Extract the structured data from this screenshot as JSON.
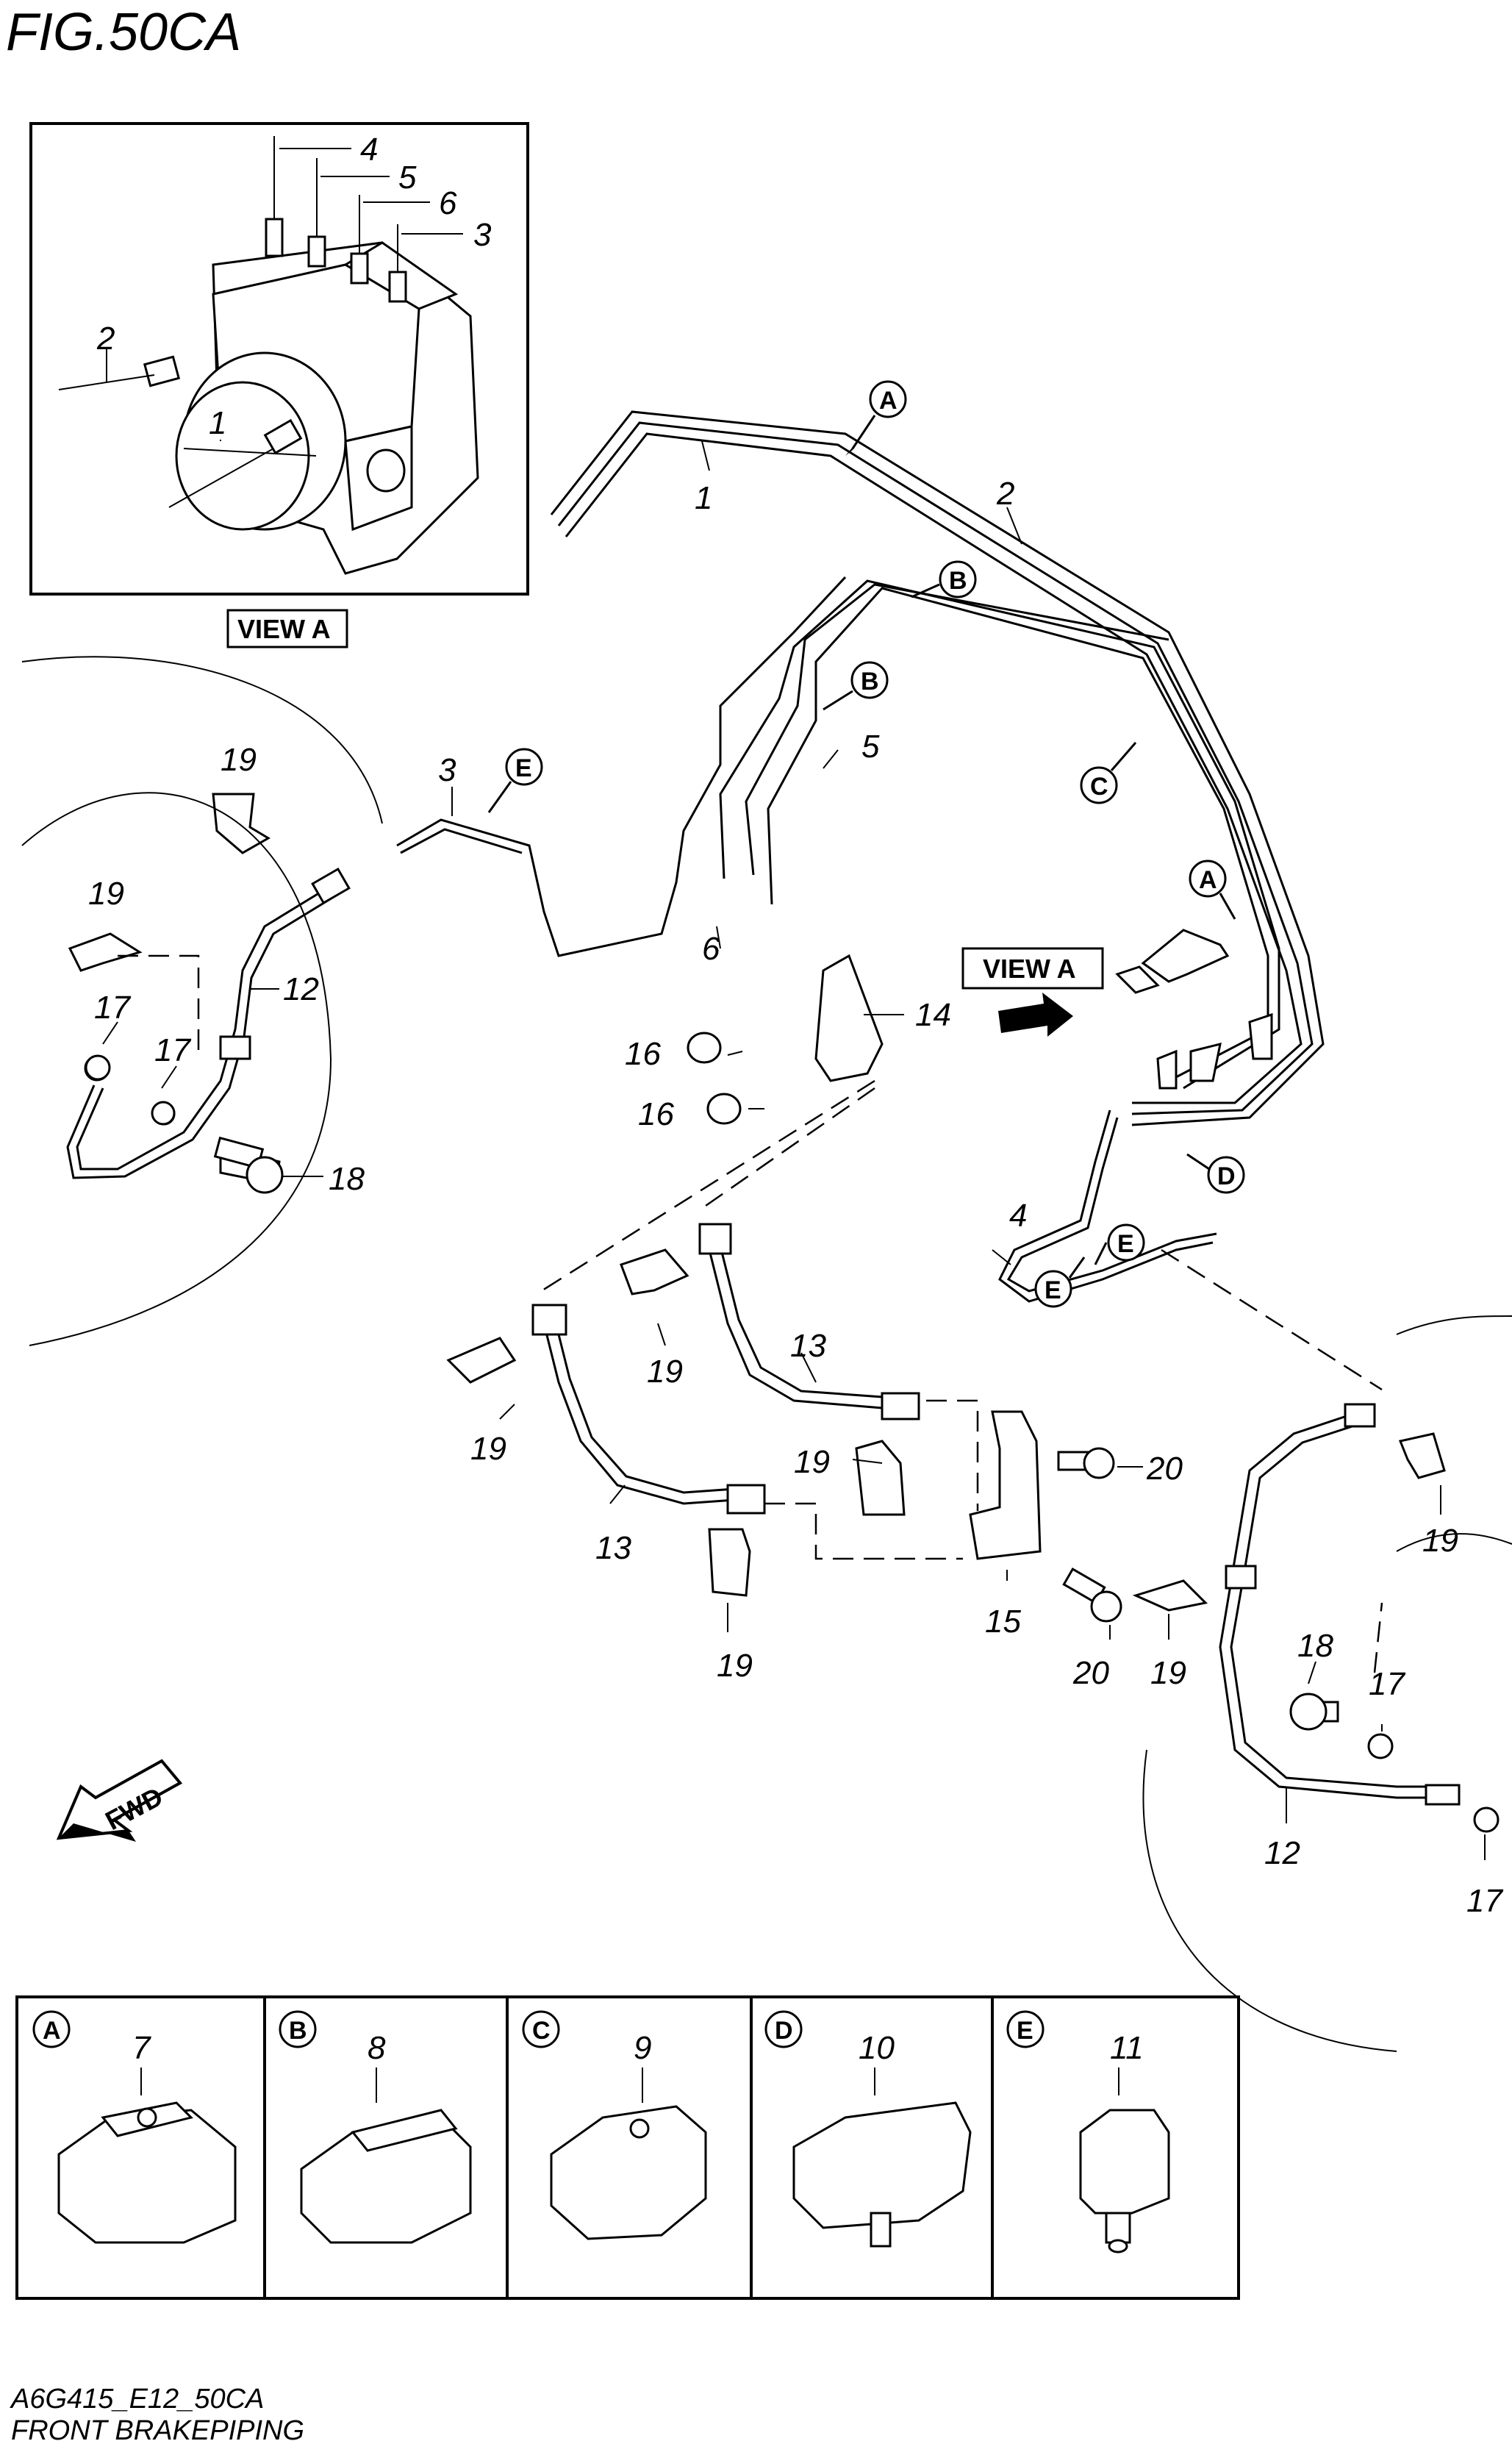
{
  "figure": {
    "title": "FIG.50CA",
    "code": "A6G415_E12_50CA",
    "name": "FRONT BRAKEPIPING"
  },
  "view_labels": {
    "inset_caption": "VIEW A",
    "pointer_label": "VIEW A",
    "fwd": "FWD"
  },
  "callouts": {
    "inset": [
      "4",
      "5",
      "6",
      "3",
      "2",
      "1"
    ],
    "main": [
      "1",
      "2",
      "3",
      "4",
      "5",
      "6",
      "12",
      "12",
      "13",
      "13",
      "14",
      "15",
      "16",
      "16",
      "17",
      "17",
      "17",
      "17",
      "18",
      "18",
      "19",
      "19",
      "19",
      "19",
      "19",
      "19",
      "19",
      "19",
      "20",
      "20"
    ]
  },
  "markers": [
    "A",
    "A",
    "B",
    "B",
    "C",
    "D",
    "E",
    "E",
    "E"
  ],
  "legend": [
    {
      "letter": "A",
      "part": "7"
    },
    {
      "letter": "B",
      "part": "8"
    },
    {
      "letter": "C",
      "part": "9"
    },
    {
      "letter": "D",
      "part": "10"
    },
    {
      "letter": "E",
      "part": "11"
    }
  ]
}
